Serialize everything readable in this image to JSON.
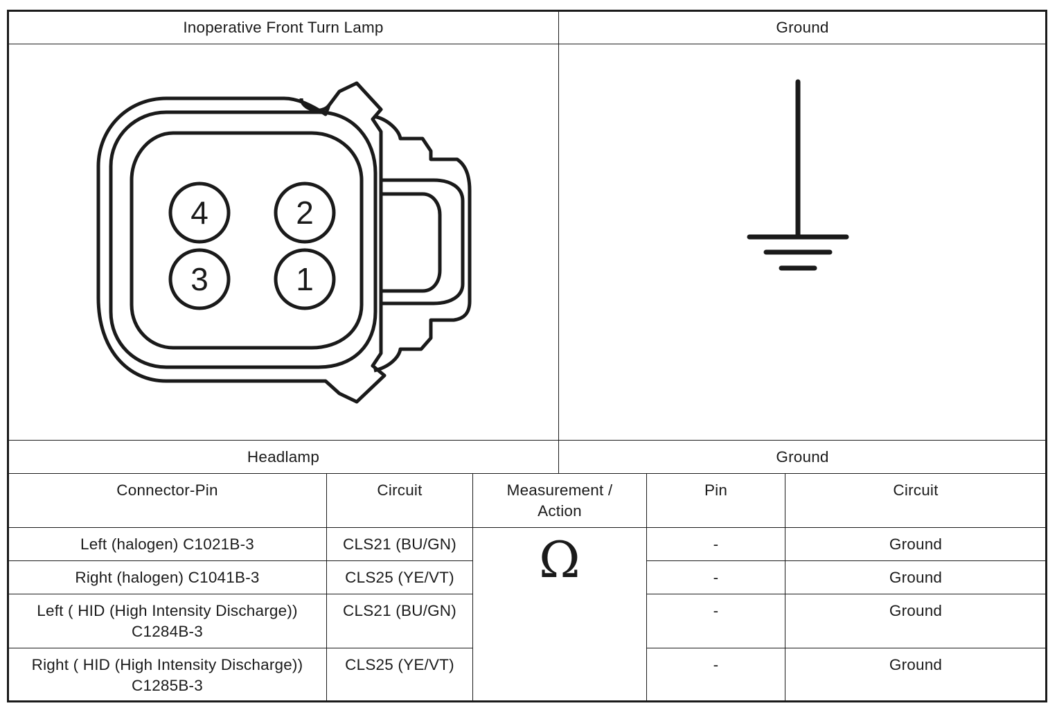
{
  "header": {
    "left_title": "Inoperative Front Turn Lamp",
    "right_title": "Ground"
  },
  "connector": {
    "pins": [
      "4",
      "2",
      "3",
      "1"
    ],
    "icon": "connector-4-pin-icon"
  },
  "ground_symbol": {
    "icon": "ground-symbol-icon"
  },
  "section": {
    "left_title": "Headlamp",
    "right_title": "Ground"
  },
  "table": {
    "columns": [
      "Connector-Pin",
      "Circuit",
      "Measurement / Action",
      "Pin",
      "Circuit"
    ],
    "measurement_symbol": "Ω",
    "rows": [
      {
        "connector_pin": "Left (halogen) C1021B-3",
        "circuit": "CLS21 (BU/GN)",
        "pin": "-",
        "ground_circuit": "Ground"
      },
      {
        "connector_pin": "Right (halogen) C1041B-3",
        "circuit": "CLS25 (YE/VT)",
        "pin": "-",
        "ground_circuit": "Ground"
      },
      {
        "connector_pin": "Left ( HID (High Intensity Discharge)) C1284B-3",
        "circuit": "CLS21 (BU/GN)",
        "pin": "-",
        "ground_circuit": "Ground"
      },
      {
        "connector_pin": "Right ( HID (High Intensity Discharge)) C1285B-3",
        "circuit": "CLS25 (YE/VT)",
        "pin": "-",
        "ground_circuit": "Ground"
      }
    ]
  }
}
